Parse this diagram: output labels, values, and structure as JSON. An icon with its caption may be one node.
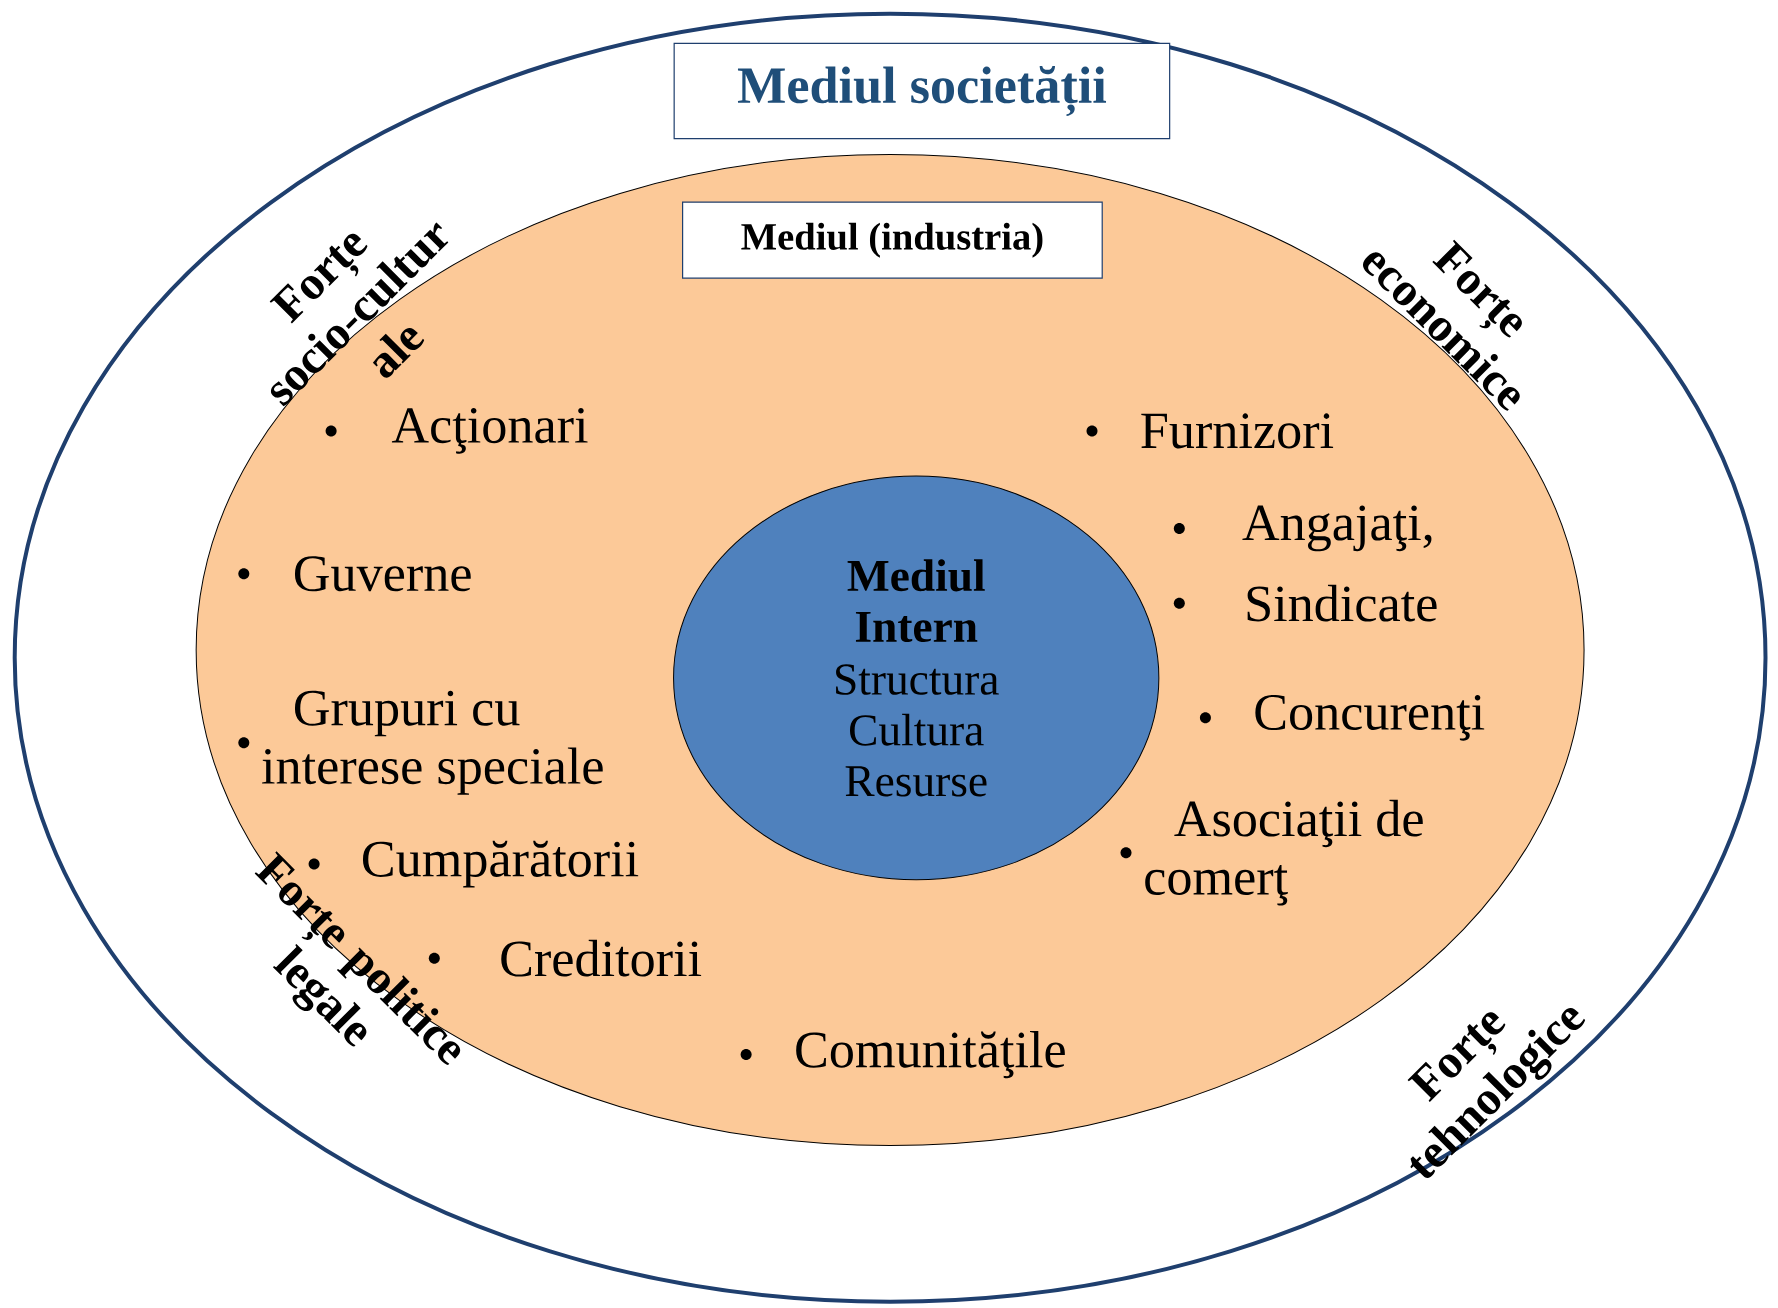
{
  "diagram": {
    "nodes": [
      {
        "text": [],
        "shape": "ellipse"
      },
      {
        "text": [
          "Mediul societății"
        ],
        "in": 0
      },
      {
        "text": [],
        "shape": "ellipse",
        "in": 0
      },
      {
        "text": [
          "Mediul (industria)"
        ],
        "in": 2
      },
      {
        "text": [
          "Mediul Intern",
          "Structura Cultura Resurse"
        ],
        "in": 2
      }
    ],
    "edges": [],
    "labels": [
      "Forțe socio-cultur ale",
      "Forțe economice",
      "Acţionari",
      "Furnizori",
      "Angajaţi,",
      "Guverne",
      "Sindicate",
      "Grupuri cu interese speciale",
      "Concurenţi",
      "Asociaţii de comerţ",
      "Cumpărătorii",
      "Forțe politice legale",
      "Creditorii",
      "Comunităţile",
      "Forțe tehnologice"
    ]
  }
}
